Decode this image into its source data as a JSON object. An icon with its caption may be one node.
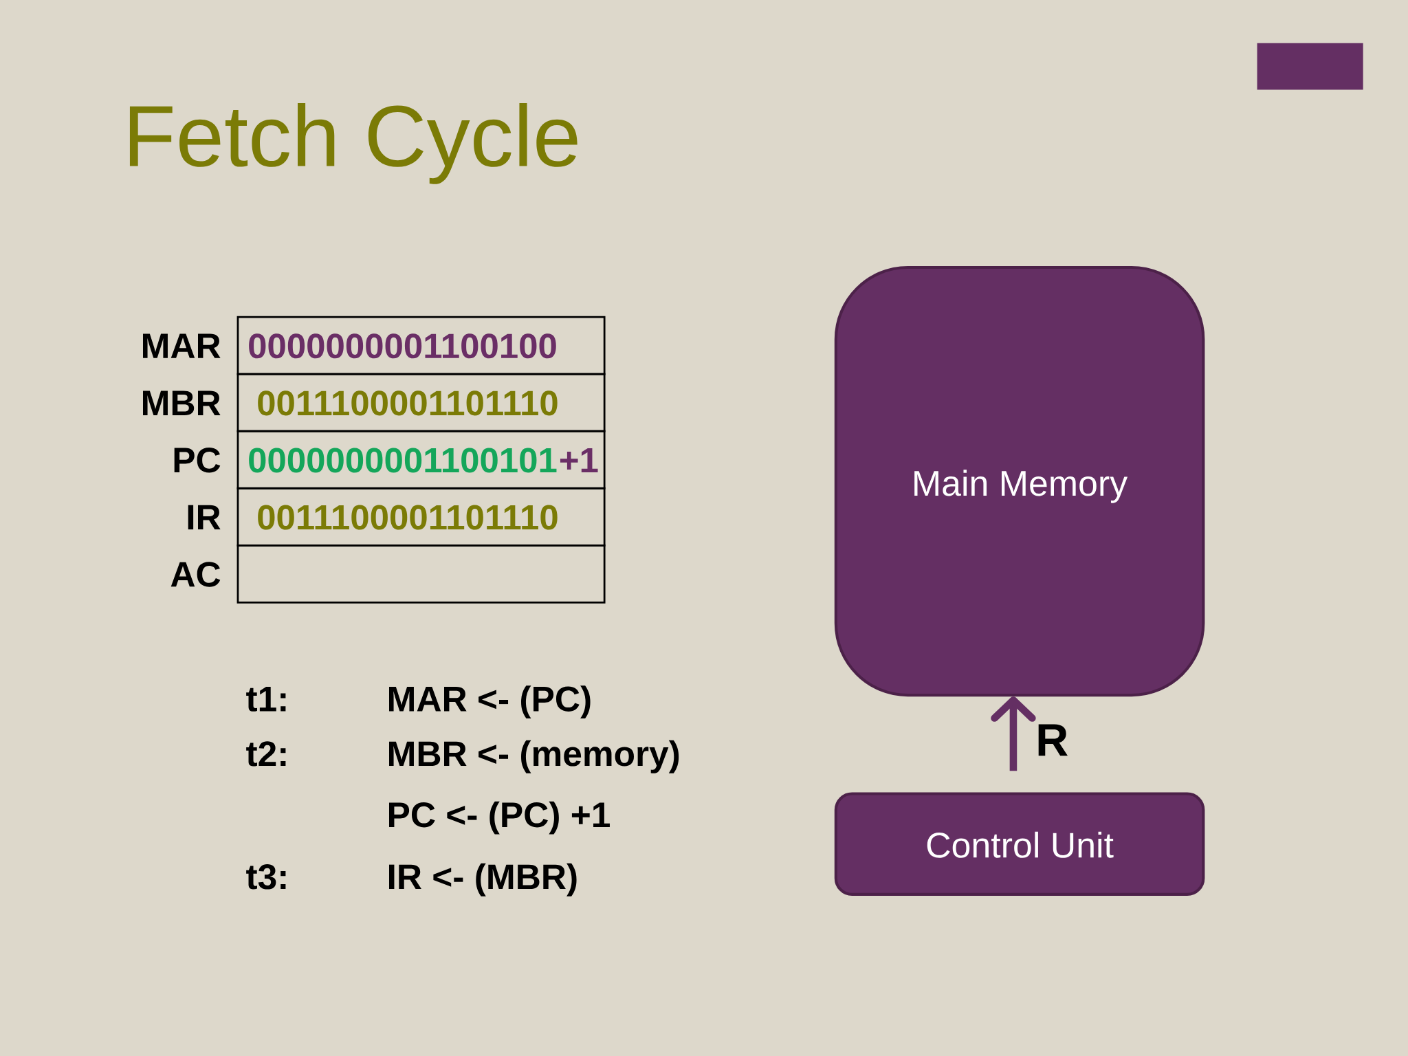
{
  "diagram": {
    "title": "Fetch Cycle",
    "nodes": [
      {
        "text": [
          "0000000001100100"
        ],
        "beside": [
          "MAR"
        ]
      },
      {
        "text": [
          "0011100001101110"
        ],
        "beside": [
          "MBR"
        ]
      },
      {
        "text": [
          "0000000001100101",
          "+1"
        ],
        "beside": [
          "PC"
        ]
      },
      {
        "text": [
          "0011100001101110"
        ],
        "beside": [
          "IR"
        ]
      },
      {
        "text": [],
        "shape": "box",
        "beside": [
          "AC"
        ]
      },
      {
        "text": [
          "Main Memory"
        ]
      },
      {
        "text": [
          "Control Unit"
        ]
      }
    ],
    "edges": [
      {
        "from": 6,
        "to": 5,
        "arrow": "to",
        "label": "R"
      }
    ],
    "labels": [
      "t1:",
      "MAR <- (PC)",
      "t2:",
      "MBR <- (memory)",
      "PC <- (PC) +1",
      "t3:",
      "IR <- (MBR)"
    ]
  }
}
